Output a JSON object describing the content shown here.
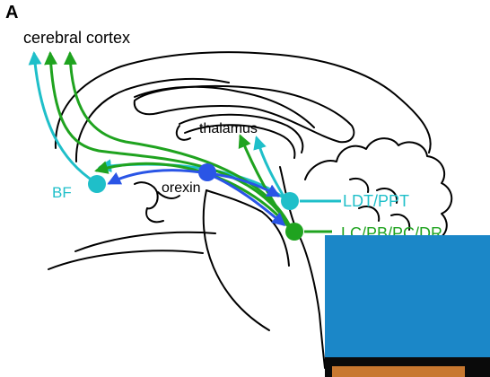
{
  "figure": {
    "panel_letter": "A",
    "labels": {
      "cortex": "cerebral cortex",
      "thalamus": "thalamus",
      "orexin": "orexin",
      "bf": "BF",
      "ldt_ppt": "LDT/PPT",
      "lc_group": "LC/PB/PC/DR"
    },
    "colors": {
      "outline": "#000000",
      "cholinergic": "#1fbfc9",
      "monoaminergic": "#1fa31f",
      "orexin": "#2a55e6",
      "overlay_blue": "#1b87c8",
      "overlay_border": "#0a0a0a",
      "overlay_base": "#c87830"
    }
  }
}
